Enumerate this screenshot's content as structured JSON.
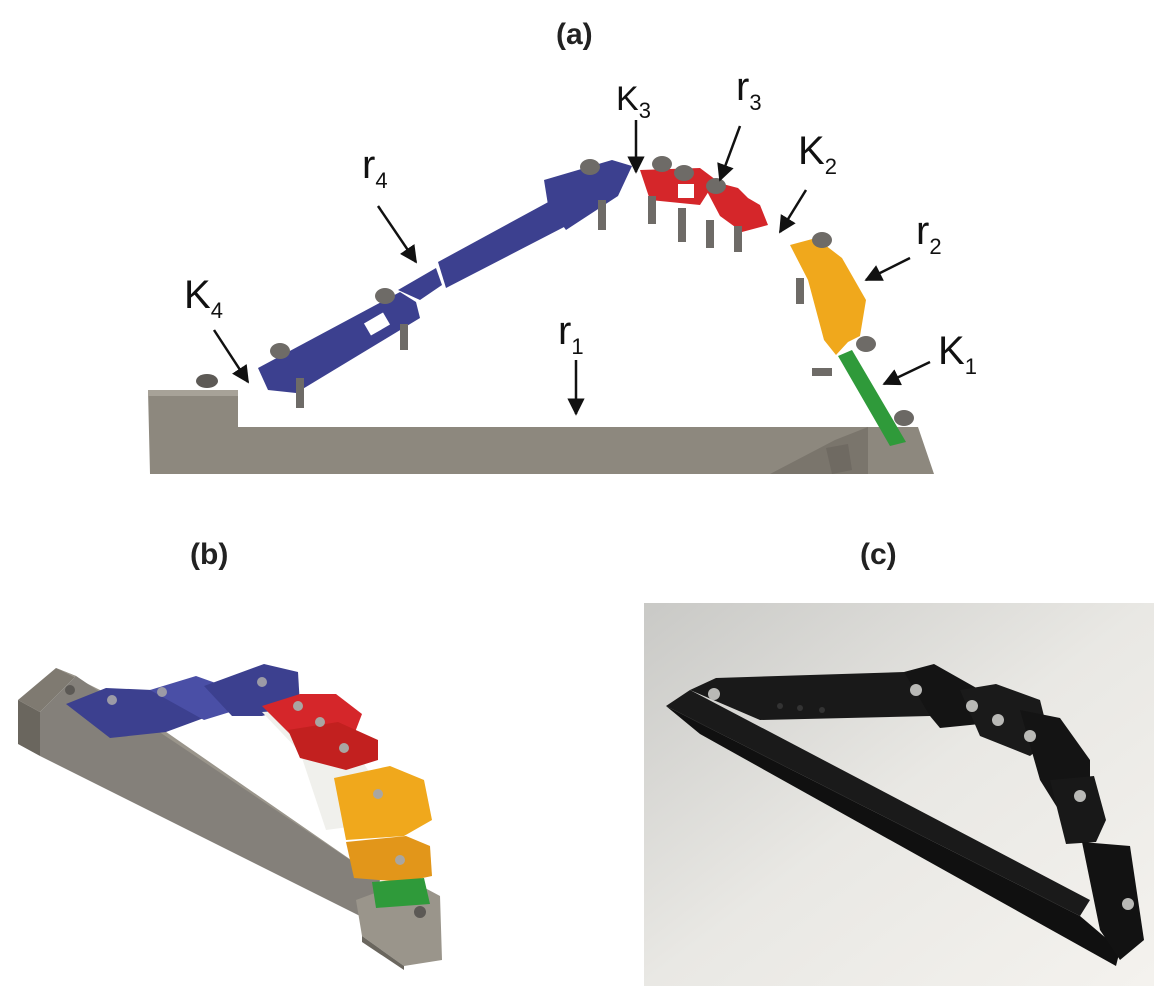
{
  "panels": {
    "a": "(a)",
    "b": "(b)",
    "c": "(c)"
  },
  "annotations": {
    "K1": {
      "main": "K",
      "sub": "1"
    },
    "K2": {
      "main": "K",
      "sub": "2"
    },
    "K3": {
      "main": "K",
      "sub": "3"
    },
    "K4": {
      "main": "K",
      "sub": "4"
    },
    "r1": {
      "main": "r",
      "sub": "1"
    },
    "r2": {
      "main": "r",
      "sub": "2"
    },
    "r3": {
      "main": "r",
      "sub": "3"
    },
    "r4": {
      "main": "r",
      "sub": "4"
    }
  },
  "colors": {
    "base_link_gray": "#8c877c",
    "link_blue": "#3b3f8f",
    "link_red": "#d8262a",
    "link_orange": "#f0a81c",
    "link_green": "#2f9a3a",
    "flexure_white": "#f2f2ef",
    "photo_background": "#e8e6e2",
    "printed_black": "#151515"
  }
}
